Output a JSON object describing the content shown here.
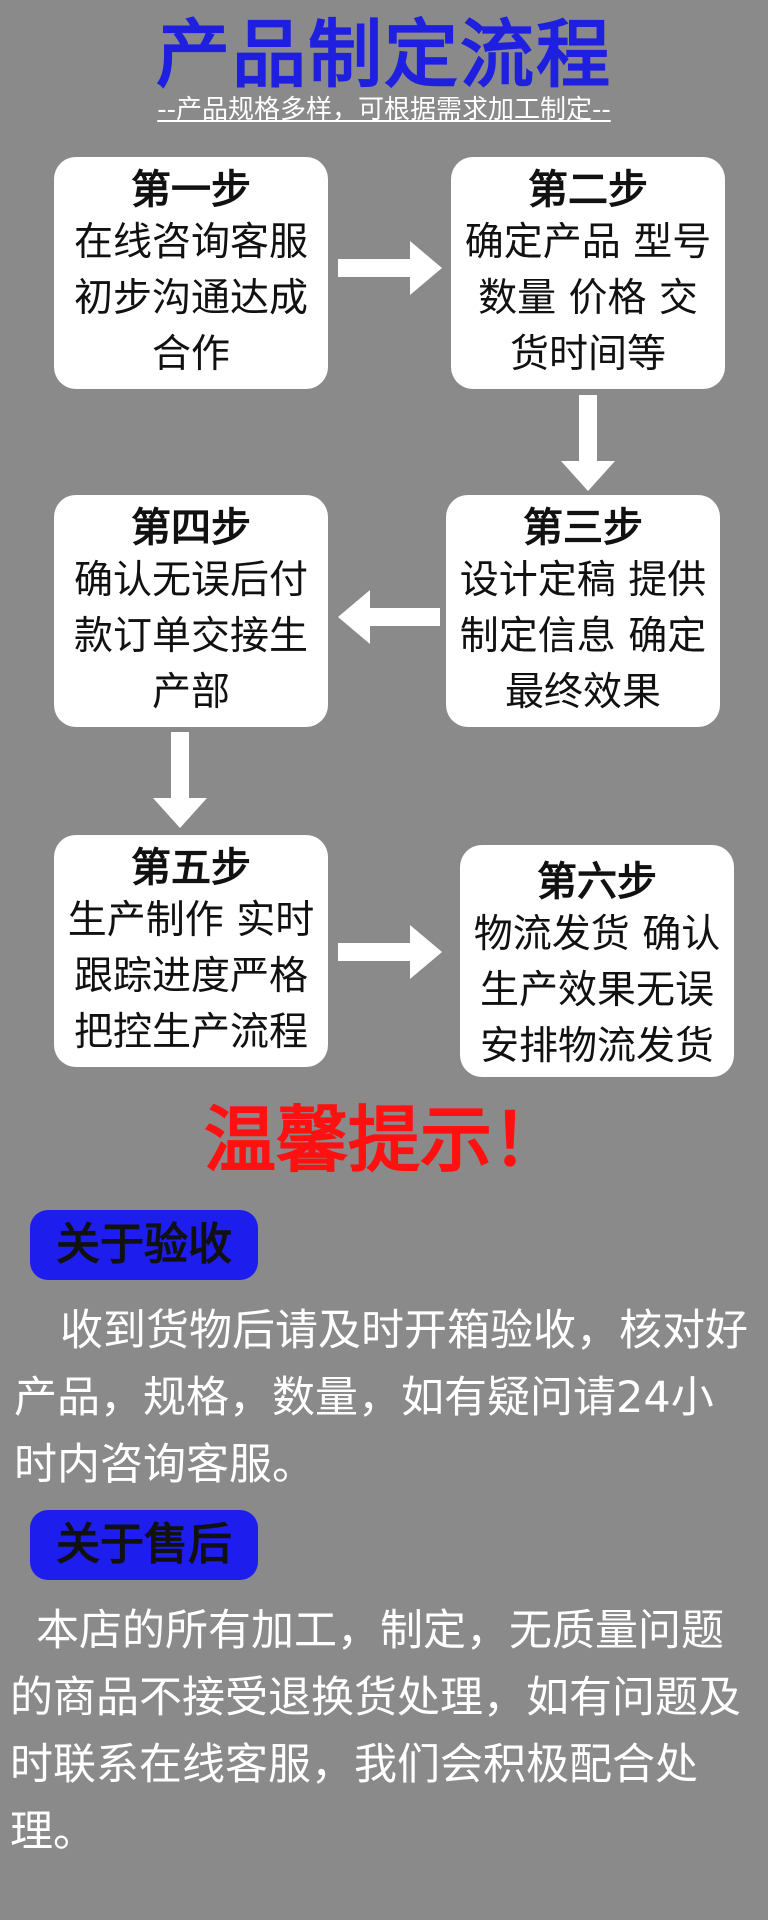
{
  "header": {
    "title": "产品制定流程",
    "subtitle": "--产品规格多样，可根据需求加工制定--"
  },
  "steps": [
    {
      "heading": "第一步",
      "body": "在线咨询客服初步沟通达成合作"
    },
    {
      "heading": "第二步",
      "body": "确定产品 型号数量 价格 交货时间等"
    },
    {
      "heading": "第三步",
      "body": "设计定稿 提供制定信息 确定最终效果"
    },
    {
      "heading": "第四步",
      "body": "确认无误后付款订单交接生产部"
    },
    {
      "heading": "第五步",
      "body": "生产制作 实时跟踪进度严格把控生产流程"
    },
    {
      "heading": "第六步",
      "body": "物流发货 确认生产效果无误安排物流发货"
    }
  ],
  "tips": {
    "title": "温馨提示！",
    "sections": [
      {
        "label": "关于验收",
        "text": "收到货物后请及时开箱验收，核对好产品，规格，数量，如有疑问请24小时内咨询客服。"
      },
      {
        "label": "关于售后",
        "text": "本店的所有加工，制定，无质量问题的商品不接受退换货处理，如有问题及时联系在线客服，我们会积极配合处理。"
      }
    ]
  },
  "colors": {
    "background": "#8a8a8a",
    "title": "#1f1fe0",
    "tips_title": "#ff1111",
    "badge": "#1d1dee",
    "card": "#ffffff"
  },
  "icons": {
    "flow_arrow": "arrow-icon"
  }
}
